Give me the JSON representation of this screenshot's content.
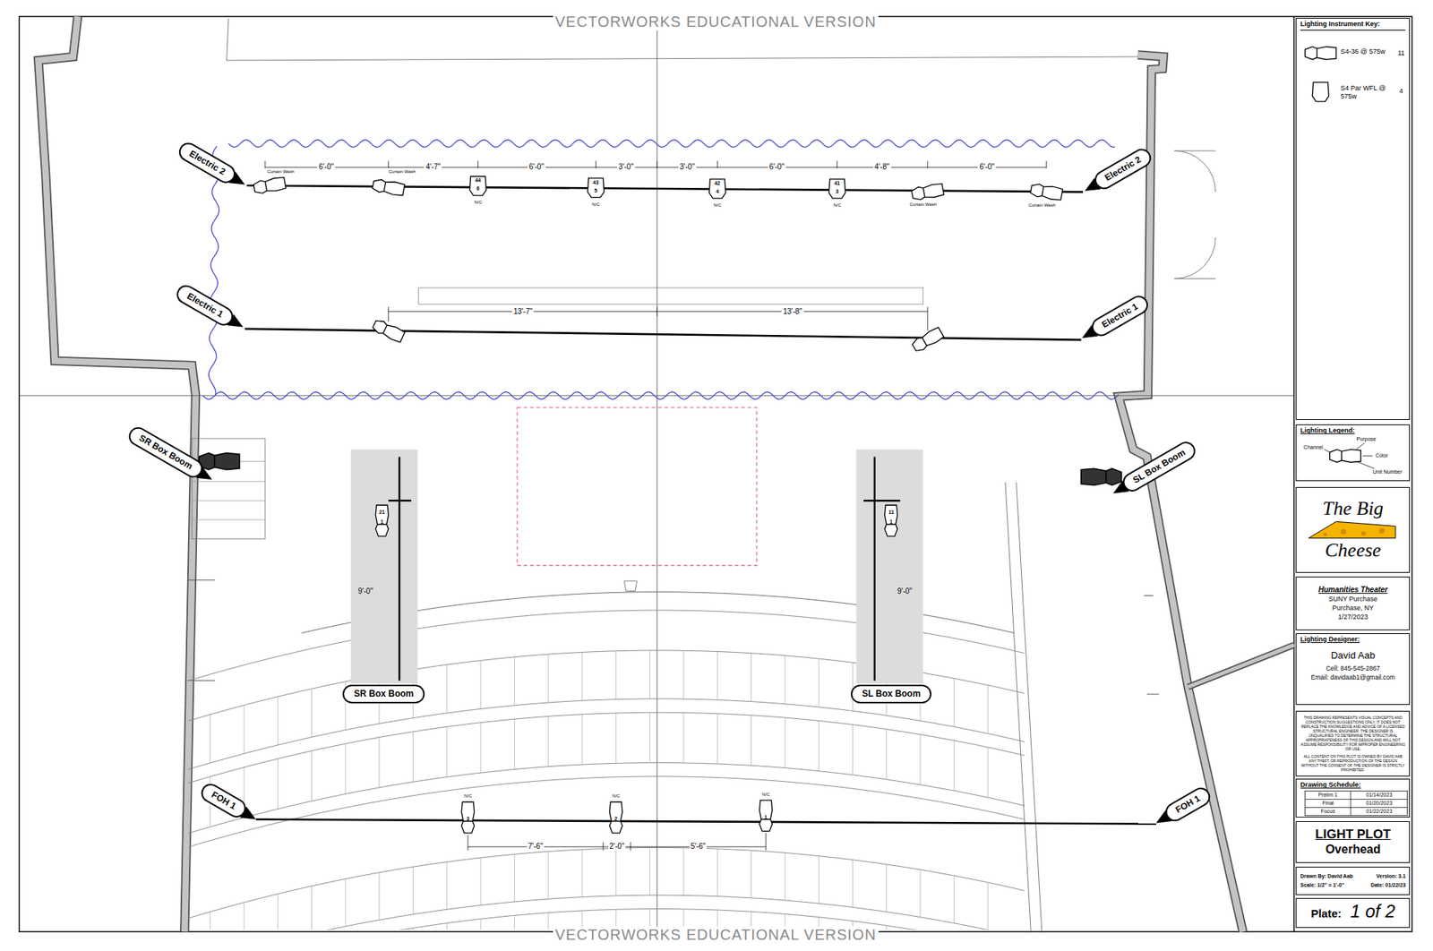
{
  "diagram": {
    "nodes": [
      {
        "text": [
          "Electric 2"
        ]
      },
      {
        "text": [
          "Electric 2"
        ]
      },
      {
        "text": [
          "Electric 1"
        ]
      },
      {
        "text": [
          "Electric 1"
        ]
      },
      {
        "text": [
          "SR Box Boom"
        ]
      },
      {
        "text": [
          "SL Box Boom"
        ]
      },
      {
        "text": [
          "SR Box Boom"
        ]
      },
      {
        "text": [
          "SL Box Boom"
        ]
      },
      {
        "text": [
          "FOH 1"
        ]
      },
      {
        "text": [
          "FOH 1"
        ]
      },
      {
        "text": [
          "Lighting Instrument Key:"
        ]
      },
      {
        "text": [
          "Lighting Legend:"
        ]
      },
      {
        "text": [
          "The Big Cheese"
        ]
      },
      {
        "text": [
          "Humanities Theater",
          "SUNY Purchase",
          "Purchase, NY",
          "1/27/2023"
        ]
      },
      {
        "text": [
          "Lighting Designer:",
          "David Aab",
          "Cell: 845-545-2867",
          "Email: davidaab1@gmail.com"
        ]
      },
      {
        "text": [
          "THIS DRAWING REPRESENTS VISUAL CONCEPTS AND CONSTRUCTION SUGGESTIONS ONLY. IT DOES NOT REPLACE THE KNOWLEDGE AND ADVICE OF A LICENSED STRUCTURAL ENGINEER. THE DESIGNER IS UNQUALIFIED TO DETERMINE THE STRUCTURAL APPROPRIATENESS OF THIS DESIGN AND WILL NOT ASSUME RESPONSIBILITY FOR IMPROPER ENGINEERING OR USE.",
          "ALL CONTENT ON THIS PLOT IS OWNED BY DAVID AAB ANY THEFT OR REPRODUCTION OF THE DESIGN WITHOUT THE CONSENT OF THE DESIGNER IS STRICTLY PROHIBITED."
        ]
      },
      {
        "text": [
          "Drawing Schedule:"
        ]
      },
      {
        "text": [
          "LIGHT PLOT",
          "Overhead"
        ]
      },
      {
        "text": [
          "Drawn By: David Aab",
          "Version: 3.1",
          "Scale: 1/2\" = 1'-0\"",
          "Date: 01/22/23"
        ]
      },
      {
        "text": [
          "Plate:",
          "1 of 2"
        ]
      }
    ],
    "labels": [
      "VECTORWORKS EDUCATIONAL VERSION",
      "VECTORWORKS EDUCATIONAL VERSION",
      "6'-0\"",
      "4'-7\"",
      "6'-0\"",
      "3'-0\"",
      "3'-0\"",
      "6'-0\"",
      "4'-8\"",
      "6'-0\"",
      "13'-7\"",
      "13'-8\"",
      "9'-0\"",
      "9'-0\"",
      "7'-6\"",
      "2'-0\"",
      "5'-6\"",
      "Curtain Wash",
      "Curtain Wash",
      "Curtain Wash",
      "Curtain Wash",
      "44",
      "6",
      "N/C",
      "43",
      "5",
      "N/C",
      "42",
      "4",
      "N/C",
      "41",
      "3",
      "N/C",
      "21",
      "1",
      "11",
      "1",
      "N/C",
      "3",
      "N/C",
      "2",
      "N/C",
      "1",
      "11",
      "4",
      "Channel",
      "Purpose",
      "Color",
      "Unit Number",
      "Prelim 1",
      "01/14/2023",
      "Final",
      "01/20/2023",
      "Focus",
      "01/22/2023"
    ],
    "legend": [
      {
        "text": "S4-36 @ 575w"
      },
      {
        "text": "S4 Par WFL @ 575w"
      }
    ]
  }
}
